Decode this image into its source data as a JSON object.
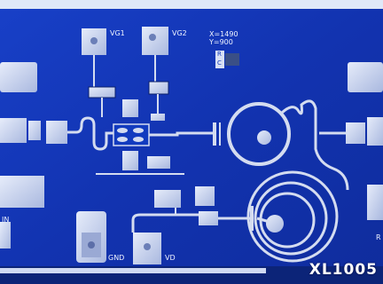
{
  "photo": {
    "subject": "microwave-amplifier-chip-photo",
    "colors": {
      "substrate": "#1233b0",
      "metal": "#d4dcf0",
      "metal_shadow": "#8fa0cc",
      "dark_trace": "#0a1f6a"
    }
  },
  "labels": {
    "vg1": "VG1",
    "vg2": "VG2",
    "gnd": "GND",
    "vd": "VD",
    "in": "IN",
    "rf_out_partial": "R",
    "r": "R",
    "c": "C"
  },
  "coordinates": {
    "x": "X=1490",
    "y": "Y=900"
  },
  "watermark": "XL1005"
}
